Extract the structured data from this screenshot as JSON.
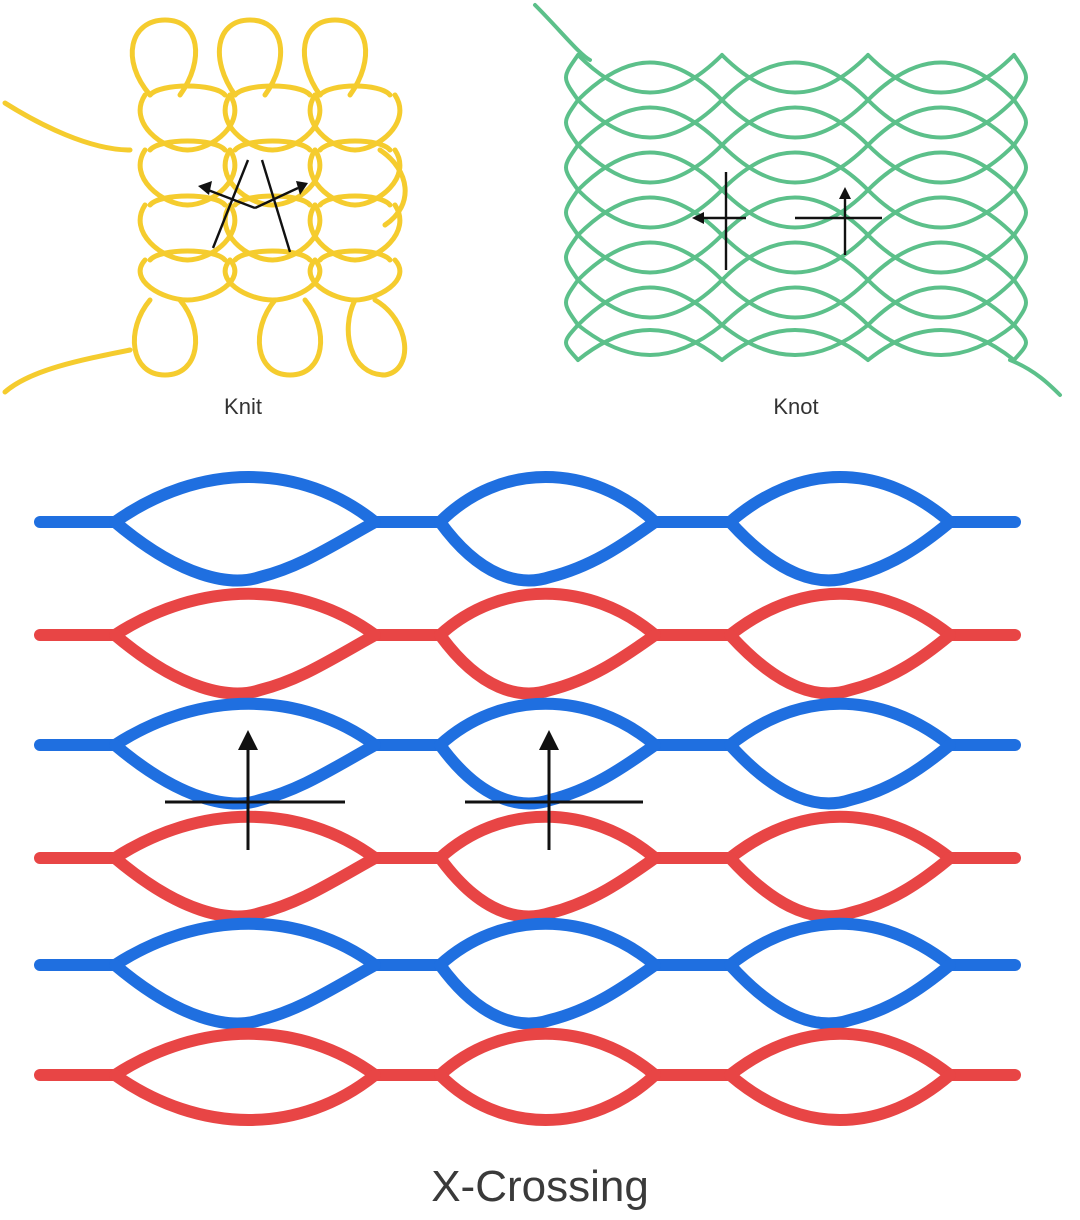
{
  "figure": {
    "panels": [
      {
        "id": "knit",
        "caption": "Knit",
        "strand_color": "#f5cc2e"
      },
      {
        "id": "knot",
        "caption": "Knot",
        "strand_color": "#5cc08a"
      },
      {
        "id": "x-crossing",
        "caption": "X-Crossing",
        "strand_colors": [
          "#1f6fe0",
          "#e84545"
        ]
      }
    ],
    "arrow_color": "#111111"
  }
}
